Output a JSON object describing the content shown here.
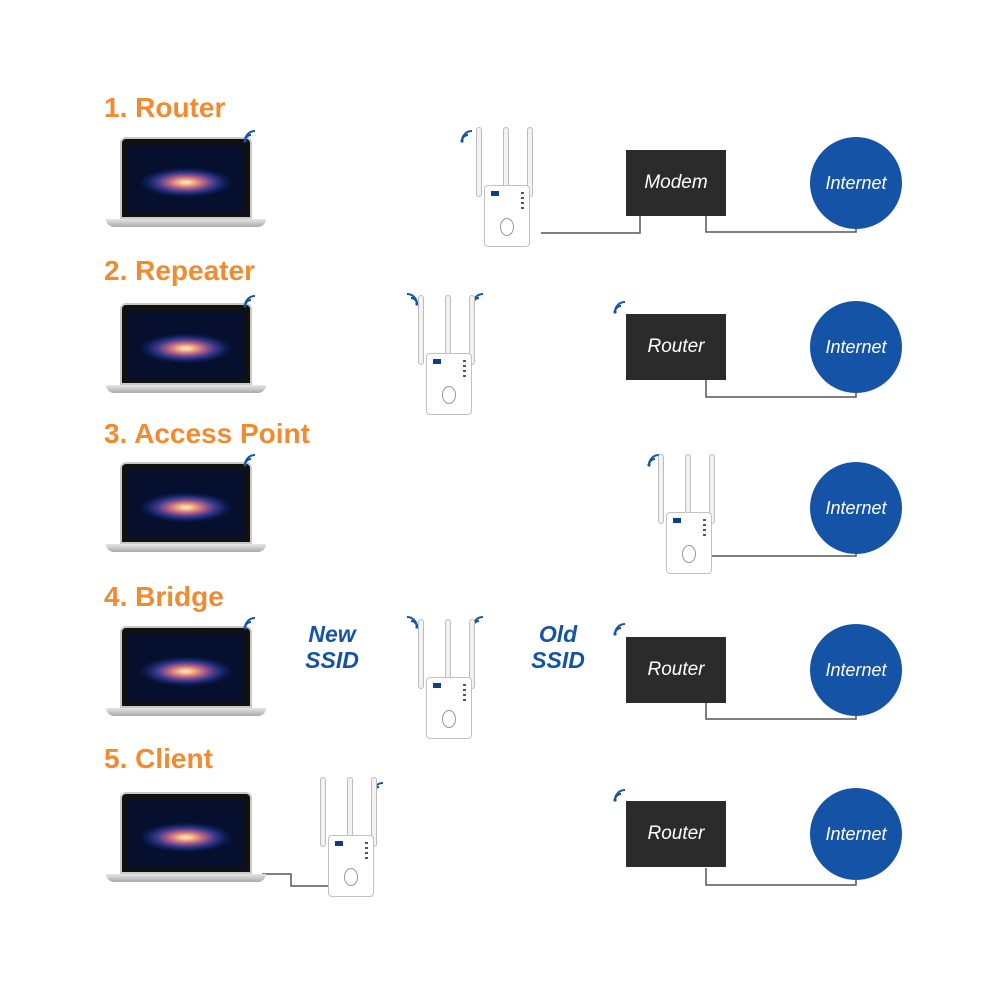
{
  "modes": [
    {
      "title": "1. Router",
      "gateway": "Modem",
      "cloud": "Internet"
    },
    {
      "title": "2. Repeater",
      "gateway": "Router",
      "cloud": "Internet"
    },
    {
      "title": "3. Access Point",
      "cloud": "Internet"
    },
    {
      "title": "4. Bridge",
      "gateway": "Router",
      "cloud": "Internet",
      "new_ssid": "New\nSSID",
      "old_ssid": "Old\nSSID"
    },
    {
      "title": "5. Client",
      "gateway": "Router",
      "cloud": "Internet"
    }
  ],
  "colors": {
    "title": "#f28a30",
    "accent": "#1553a7",
    "gateway_box": "#2b2b2b"
  }
}
